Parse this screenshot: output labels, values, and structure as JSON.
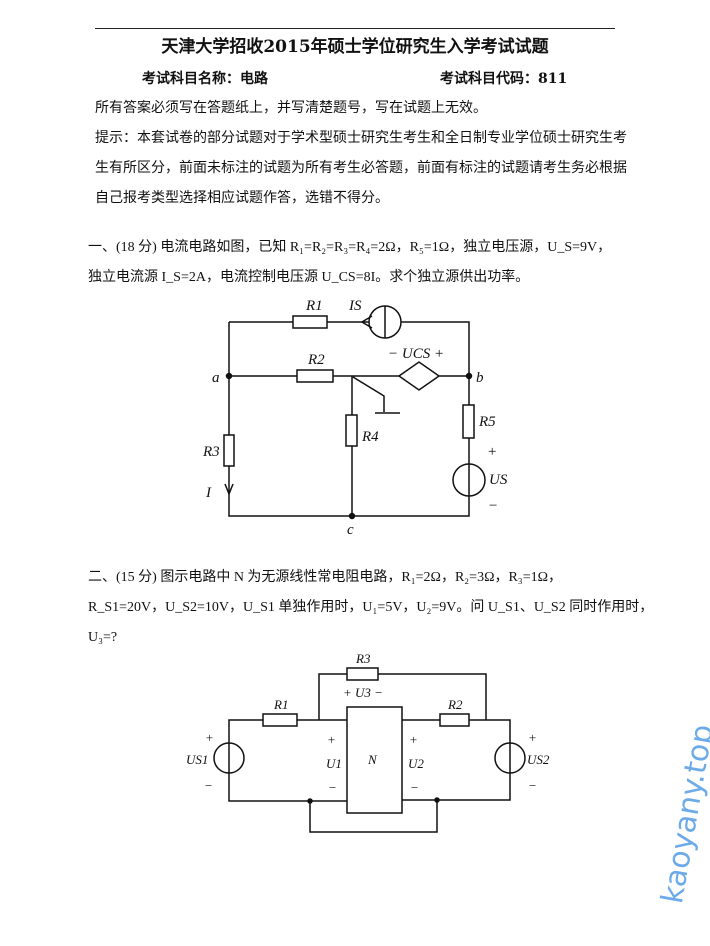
{
  "header": {
    "title": "天津大学招收2015年硕士学位研究生入学考试试题",
    "subject_name": "考试科目名称：电路",
    "subject_code": "考试科目代码：811"
  },
  "instructions": {
    "notice": "所有答案必须写在答题纸上，并写清楚题号，写在试题上无效。",
    "hint": "提示：本套试卷的部分试题对于学术型硕士研究生考生和全日制专业学位硕士研究生考生有所区分，前面未标注的试题为所有考生必答题，前面有标注的试题请考生务必根据自己报考类型选择相应试题作答，选错不得分。"
  },
  "q1": {
    "line1": "一、(18 分) 电流电路如图，已知 R₁=R₂=R₃=R₄=2Ω，R₅=1Ω，独立电压源，U_S=9V，",
    "line2": "独立电流源 I_S=2A，电流控制电压源 U_CS=8I。求个独立源供出功率。",
    "labels": {
      "R1": "R1",
      "R2": "R2",
      "R3": "R3",
      "R4": "R4",
      "R5": "R5",
      "Is": "IS",
      "Ucs": "− UCS +",
      "a": "a",
      "b": "b",
      "c": "c",
      "I": "I",
      "plus": "+",
      "minus": "−",
      "Us": "US"
    }
  },
  "q2": {
    "line1": "二、(15 分) 图示电路中 N 为无源线性常电阻电路，R₁=2Ω，R₂=3Ω，R₃=1Ω，",
    "line2": "R_S1=20V，U_S2=10V，U_S1 单独作用时，U₁=5V，U₂=9V。问 U_S1、U_S2 同时作用时，",
    "line3": "U₃=?",
    "labels": {
      "R1": "R1",
      "R2": "R2",
      "R3": "R3",
      "U3": "+ U3 −",
      "N": "N",
      "U1": "U1",
      "U2": "U2",
      "Us1": "US1",
      "Us2": "US2",
      "plus": "+",
      "minus": "−"
    }
  },
  "watermark": {
    "text": "kaoyany.top",
    "color": "#3b8fe0"
  }
}
